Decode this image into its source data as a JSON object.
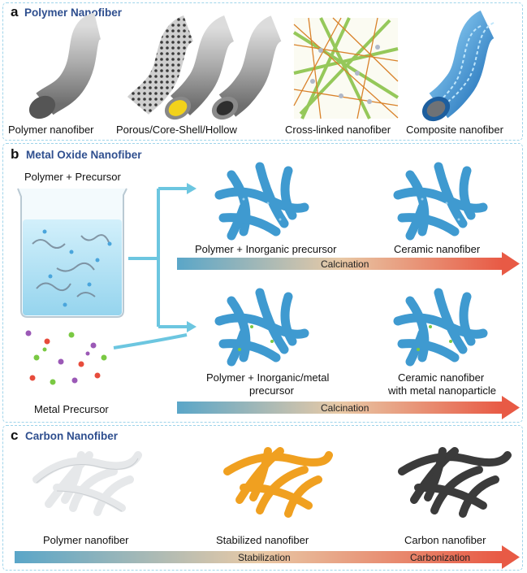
{
  "panel_a": {
    "letter": "a",
    "title": "Polymer Nanofiber",
    "labels": [
      "Polymer nanofiber",
      "Porous/Core-Shell/Hollow",
      "Cross-linked nanofiber",
      "Composite nanofiber"
    ]
  },
  "panel_b": {
    "letter": "b",
    "title": "Metal Oxide Nanofiber",
    "beaker_label": "Polymer + Precursor",
    "metal_label": "Metal Precursor",
    "top_left_label": "Polymer + Inorganic precursor",
    "top_right_label": "Ceramic nanofiber",
    "bottom_left_label_1": "Polymer + Inorganic/metal",
    "bottom_left_label_2": "precursor",
    "bottom_right_label_1": "Ceramic nanofiber",
    "bottom_right_label_2": "with metal nanoparticle",
    "bar_label_1": "Calcination",
    "bar_label_2": "Calcination"
  },
  "panel_c": {
    "letter": "c",
    "title": "Carbon Nanofiber",
    "labels": [
      "Polymer nanofiber",
      "Stabilized nanofiber",
      "Carbon nanofiber"
    ],
    "bar_label_1": "Stabilization",
    "bar_label_2": "Carbonization"
  },
  "colors": {
    "title_blue": "#2f4f8f",
    "panel_border": "#9fd4ea",
    "arrow_cyan": "#6cc6e0",
    "fiber_blue": "#3f9ad0",
    "fiber_orange": "#f0a020",
    "fiber_dark": "#3b3b3b",
    "fiber_white": "#e6e8ea",
    "gradient_start": "#5aa6c8",
    "gradient_end": "#e85a45"
  }
}
